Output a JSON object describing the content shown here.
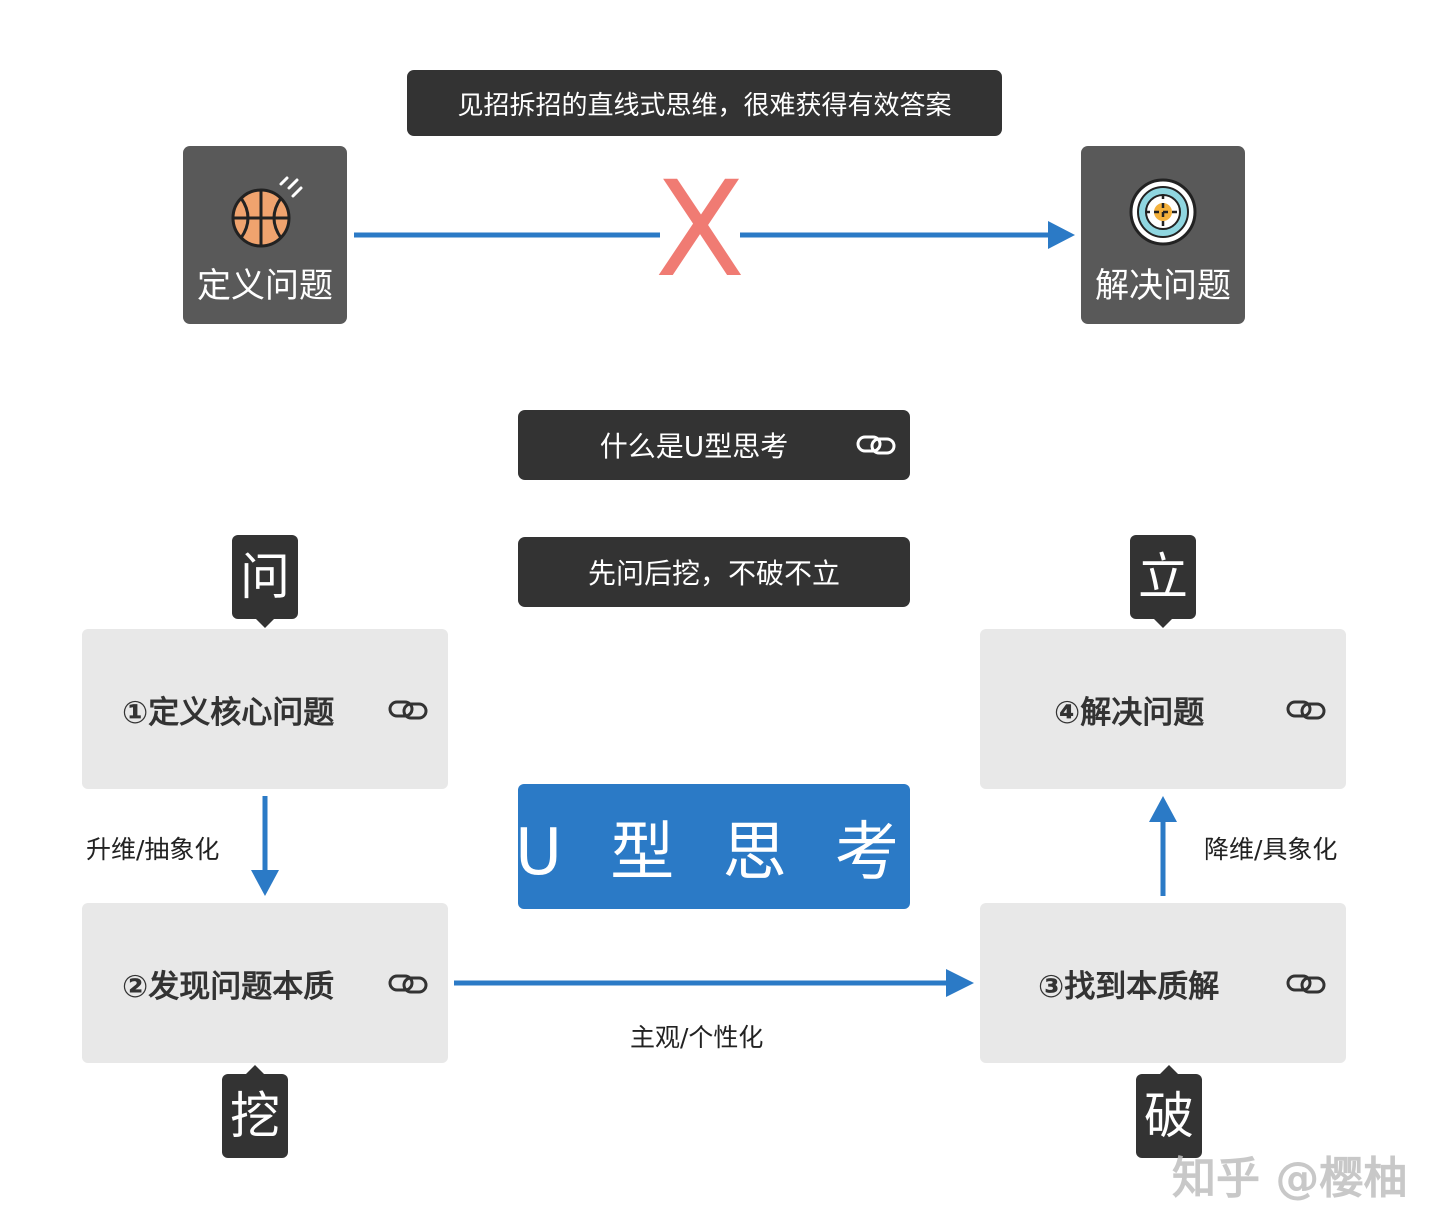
{
  "top": {
    "banner": "见招拆招的直线式思维，很难获得有效答案",
    "left_card": {
      "label": "定义问题",
      "icon": "basketball-icon"
    },
    "right_card": {
      "label": "解决问题",
      "icon": "target-icon"
    },
    "cross_mark": "X"
  },
  "middle": {
    "what_is": "什么是U型思考",
    "motto": "先问后挖，不破不立",
    "title": "U 型 思 考"
  },
  "steps": [
    {
      "label": "①定义核心问题",
      "tag": "问"
    },
    {
      "label": "②发现问题本质",
      "tag": "挖"
    },
    {
      "label": "③找到本质解",
      "tag": "破"
    },
    {
      "label": "④解决问题",
      "tag": "立"
    }
  ],
  "edges": {
    "step1_to_step2": "升维/抽象化",
    "step2_to_step3": "主观/个性化",
    "step3_to_step4": "降维/具象化"
  },
  "watermark": "知乎 @樱柚",
  "colors": {
    "arrow": "#2b7ac6",
    "cross": "#f07b73",
    "dark": "#333333",
    "card": "#595959",
    "step_box": "#e8e8e8",
    "title_bg": "#2b7ac6"
  }
}
